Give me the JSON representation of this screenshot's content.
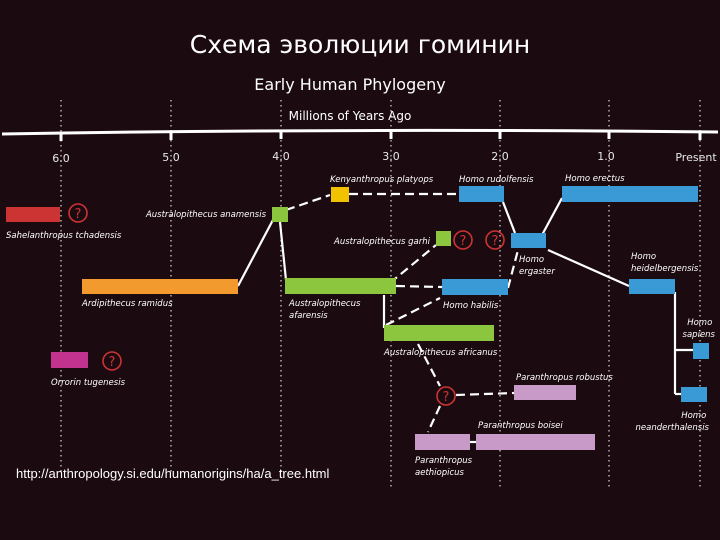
{
  "slide_title": "Схема эволюции гоминин",
  "source_url": "http://anthropology.si.edu/humanorigins/ha/a_tree.html",
  "diagram": {
    "title": "Early Human Phylogeny",
    "axis_label": "Millions of Years Ago",
    "ticks": [
      "6.0",
      "5.0",
      "4.0",
      "3.0",
      "2.0",
      "1.0",
      "Present"
    ],
    "uncertain_symbol": "?",
    "colors": {
      "background": "#1b0b10",
      "axis": "#ffffff",
      "red": "#cc3333",
      "orange": "#f39a2e",
      "magenta": "#c2328f",
      "yellow": "#f2c200",
      "green": "#8cc63f",
      "blue": "#3a9ad6",
      "lavender": "#c79ac8",
      "question_mark": "#cc3333"
    },
    "species": [
      {
        "id": "sahelanthropus",
        "label": "Sahelanthropus tchadensis"
      },
      {
        "id": "orrorin",
        "label": "Orrorin tugenesis"
      },
      {
        "id": "ardipithecus",
        "label": "Ardipithecus ramidus"
      },
      {
        "id": "anamensis",
        "label": "Australopithecus anamensis"
      },
      {
        "id": "kenyanthropus",
        "label": "Kenyanthropus platyops"
      },
      {
        "id": "garhi",
        "label": "Australopithecus garhi"
      },
      {
        "id": "afarensis",
        "label": [
          "Australopithecus",
          "afarensis"
        ]
      },
      {
        "id": "africanus",
        "label": "Australopithecus africanus"
      },
      {
        "id": "rudolfensis",
        "label": "Homo rudolfensis"
      },
      {
        "id": "habilis",
        "label": "Homo habilis"
      },
      {
        "id": "ergaster",
        "label": [
          "Homo",
          "ergaster"
        ]
      },
      {
        "id": "erectus",
        "label": "Homo erectus"
      },
      {
        "id": "heidelbergensis",
        "label": [
          "Homo",
          "heidelbergensis"
        ]
      },
      {
        "id": "sapiens",
        "label": [
          "Homo",
          "sapiens"
        ]
      },
      {
        "id": "neanderthalensis",
        "label": [
          "Homo",
          "neanderthalensis"
        ]
      },
      {
        "id": "robustus",
        "label": "Paranthropus robustus"
      },
      {
        "id": "boisei",
        "label": "Paranthropus boisei"
      },
      {
        "id": "aethiopicus",
        "label": [
          "Paranthropus",
          "aethiopicus"
        ]
      }
    ]
  }
}
